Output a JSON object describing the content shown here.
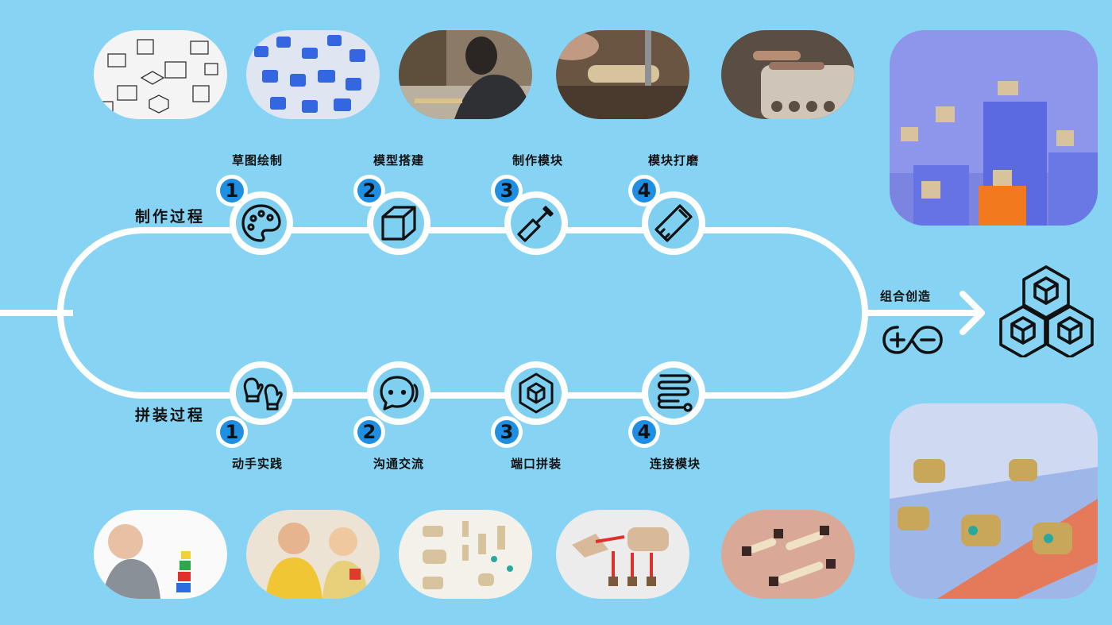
{
  "process": {
    "top_title": "制作过程",
    "bottom_title": "拼装过程",
    "combine_label": "组合创造"
  },
  "top_steps": [
    {
      "num": "1",
      "label": "草图绘制",
      "icon": "palette-icon"
    },
    {
      "num": "2",
      "label": "模型搭建",
      "icon": "cube-icon"
    },
    {
      "num": "3",
      "label": "制作模块",
      "icon": "screwdriver-icon"
    },
    {
      "num": "4",
      "label": "模块打磨",
      "icon": "saw-icon"
    }
  ],
  "bottom_steps": [
    {
      "num": "1",
      "label": "动手实践",
      "icon": "mittens-icon"
    },
    {
      "num": "2",
      "label": "沟通交流",
      "icon": "chat-bubbles-icon"
    },
    {
      "num": "3",
      "label": "端口拼装",
      "icon": "hexagon-cube-icon"
    },
    {
      "num": "4",
      "label": "连接模块",
      "icon": "spring-icon"
    }
  ],
  "colors": {
    "background": "#86d3f3",
    "track": "#ffffff",
    "badge": "#1e8fe3",
    "icon": "#111111"
  }
}
